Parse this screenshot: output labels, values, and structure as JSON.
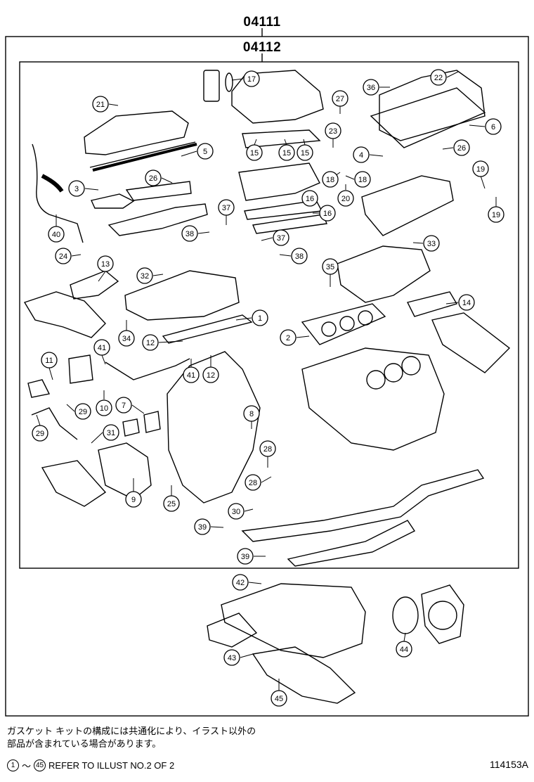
{
  "header": {
    "kit_code": "04111",
    "sub_code": "04112"
  },
  "callouts": [
    "1",
    "2",
    "3",
    "4",
    "5",
    "6",
    "8",
    "9",
    "10",
    "11",
    "12",
    "12",
    "13",
    "14",
    "15",
    "15",
    "15",
    "16",
    "16",
    "17",
    "18",
    "18",
    "19",
    "19",
    "20",
    "21",
    "22",
    "23",
    "24",
    "25",
    "26",
    "26",
    "27",
    "28",
    "28",
    "29",
    "29",
    "30",
    "31",
    "32",
    "33",
    "34",
    "35",
    "36",
    "37",
    "37",
    "38",
    "38",
    "39",
    "39",
    "40",
    "41",
    "41",
    "42",
    "43",
    "44",
    "45",
    "7"
  ],
  "footer": {
    "note_line1": "ガスケット キットの構成には共通化により、イラスト以外の",
    "note_line2": "部品が含まれている場合があります。",
    "range_start": "1",
    "range_end": "45",
    "range_sep": "～",
    "refer_text": "REFER TO ILLUST NO.2 OF 2",
    "illustration_no": "114153A"
  }
}
